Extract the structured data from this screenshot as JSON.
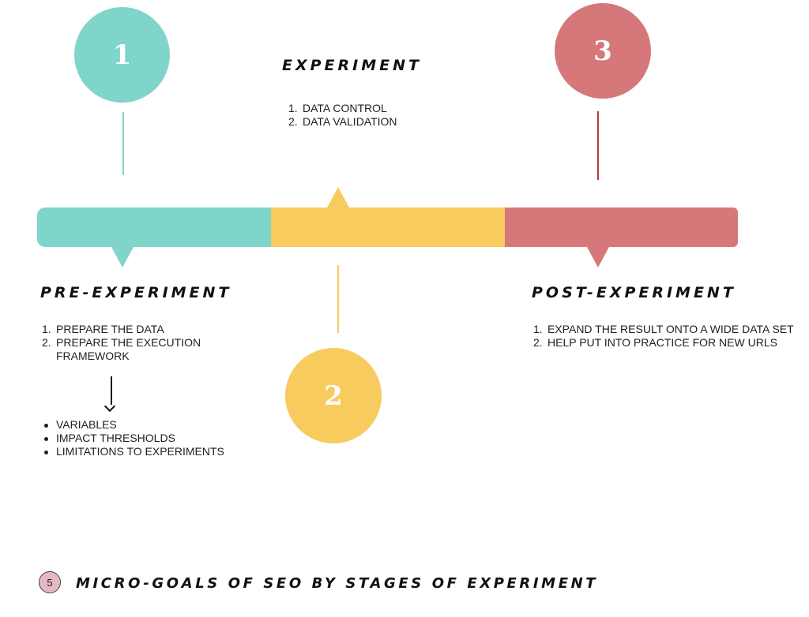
{
  "stages": [
    {
      "number": "1",
      "color": "#80d5cb"
    },
    {
      "number": "2",
      "color": "#f7cb5e"
    },
    {
      "number": "3",
      "color": "#d6787a"
    }
  ],
  "experiment": {
    "title": "EXPERIMENT",
    "items": [
      "DATA CONTROL",
      "DATA VALIDATION"
    ]
  },
  "pre_experiment": {
    "title": "PRE-EXPERIMENT",
    "items": [
      "PREPARE THE DATA",
      "PREPARE THE EXECUTION FRAMEWORK"
    ],
    "sub_items": [
      "VARIABLES",
      "IMPACT THRESHOLDS",
      "LIMITATIONS TO EXPERIMENTS"
    ]
  },
  "post_experiment": {
    "title": "POST-EXPERIMENT",
    "items": [
      "EXPAND THE RESULT ONTO A WIDE DATA SET",
      "HELP PUT INTO PRACTICE FOR NEW URLS"
    ]
  },
  "footer": {
    "page_number": "5",
    "title": "MICRO-GOALS OF SEO BY STAGES OF EXPERIMENT"
  }
}
